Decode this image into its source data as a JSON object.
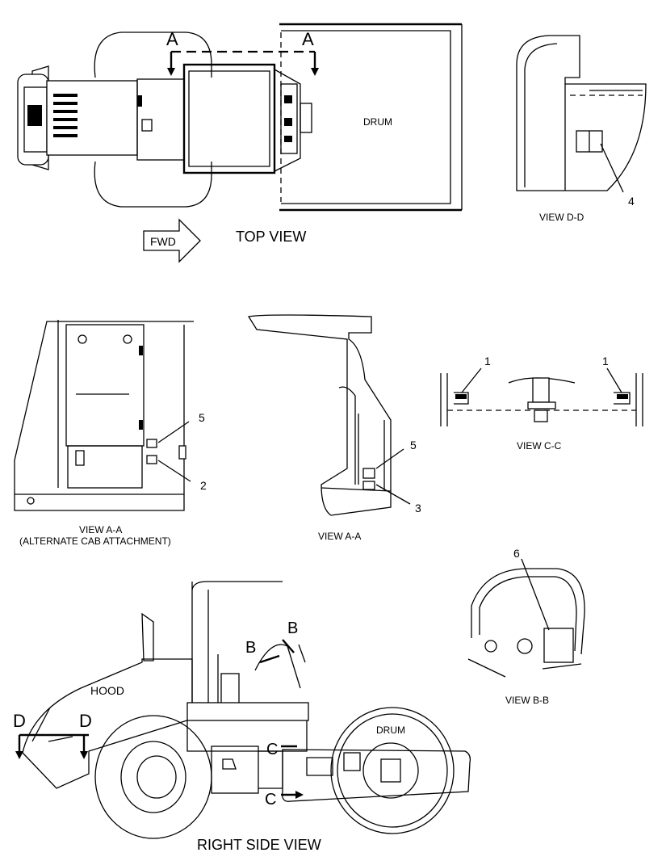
{
  "labels": {
    "top_view": "TOP VIEW",
    "fwd": "FWD",
    "drum_top": "DRUM",
    "section_a_left": "A",
    "section_a_right": "A",
    "view_dd": "VIEW D-D",
    "callout_4": "4",
    "view_aa_alt_line1": "VIEW A-A",
    "view_aa_alt_line2": "(ALTERNATE CAB ATTACHMENT)",
    "callout_5_alt": "5",
    "callout_2": "2",
    "view_aa": "VIEW A-A",
    "callout_5": "5",
    "callout_3": "3",
    "view_cc": "VIEW C-C",
    "callout_1_left": "1",
    "callout_1_right": "1",
    "view_bb": "VIEW B-B",
    "callout_6": "6",
    "hood": "HOOD",
    "drum_side": "DRUM",
    "section_b_left": "B",
    "section_b_right": "B",
    "section_c_top": "C",
    "section_c_bottom": "C",
    "section_d_left": "D",
    "section_d_right": "D",
    "right_side_view": "RIGHT SIDE VIEW"
  }
}
